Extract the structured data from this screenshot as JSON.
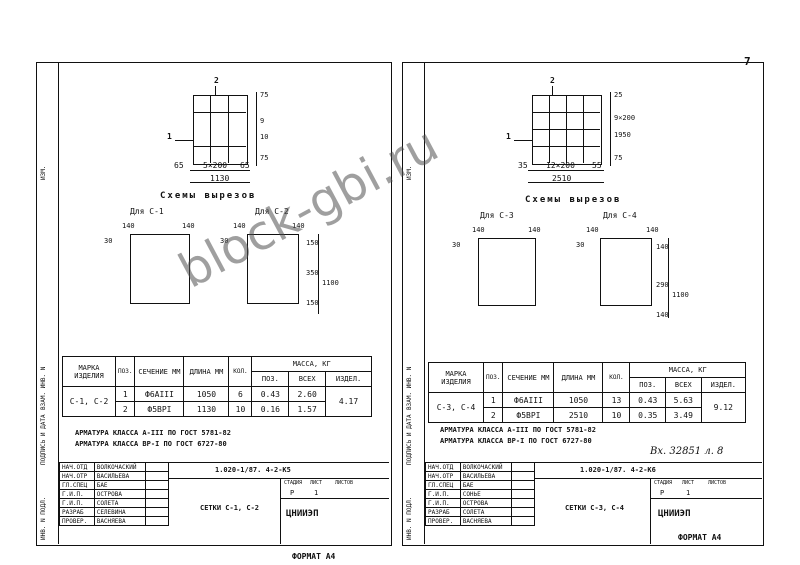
{
  "page_number": "7",
  "watermark": "block-gbi.ru",
  "sheets": [
    {
      "drawing": {
        "ref_top": "2",
        "ref_left": "1",
        "dim_bottom_left": "65",
        "dim_bottom_mid": "5×200",
        "dim_bottom_right": "65",
        "dim_total": "1130",
        "dim_right_top": "75",
        "dim_right_mid": "9",
        "dim_right_mid2": "10",
        "dim_right_bot": "75"
      },
      "cutouts_title": "Схемы вырезов",
      "cutout_a": {
        "label": "Для С-1",
        "d1": "140",
        "d2": "140",
        "d3": "30"
      },
      "cutout_b": {
        "label": "Для С-2",
        "d1": "140",
        "d2": "140",
        "d3": "30",
        "d4": "150",
        "d5": "350",
        "d6": "1100",
        "d7": "150"
      },
      "table": {
        "h_mark": "МАРКА ИЗДЕЛИЯ",
        "h_pos": "ПОЗ.",
        "h_sect": "СЕЧЕНИЕ ММ",
        "h_len": "ДЛИНА ММ",
        "h_qty": "КОЛ.",
        "h_mass": "МАССА, КГ",
        "h_m_pos": "ПОЗ.",
        "h_m_all": "ВСЕХ",
        "h_m_item": "ИЗДЕЛ.",
        "mark": "С-1, С-2",
        "rows": [
          {
            "pos": "1",
            "sect": "Ф6АIII",
            "len": "1050",
            "qty": "6",
            "mpos": "0.43",
            "mall": "2.60"
          },
          {
            "pos": "2",
            "sect": "Ф5ВРI",
            "len": "1130",
            "qty": "10",
            "mpos": "0.16",
            "mall": "1.57"
          }
        ],
        "item_mass": "4.17"
      },
      "note1": "АРМАТУРА КЛАССА А-III ПО ГОСТ 5781-82",
      "note2": "АРМАТУРА КЛАССА ВР-I ПО ГОСТ 6727-80",
      "stamp": {
        "code": "1.020-1/87. 4-2-К5",
        "title": "СЕТКИ С-1, С-2",
        "org": "ЦНИИЭП",
        "h_stage": "СТАДИЯ",
        "h_sheet": "ЛИСТ",
        "h_sheets": "ЛИСТОВ",
        "stage": "Р",
        "sheet": "1",
        "roles": [
          "НАЧ.ОТД",
          "НАЧ.ОТР",
          "ГЛ.СПЕЦ",
          "Г.И.П.",
          "Г.И.П.",
          "РАЗРАБ",
          "ПРОВЕР."
        ],
        "names": [
          "ВОЛКОЧАСКИЙ",
          "ВАСИЛЬЕВА",
          "БАЕ",
          "ОСТРОВА",
          "СОЛЕТА",
          "СЕЛЕВИНА",
          "ВАСНЯЕВА"
        ]
      },
      "format": "ФОРМАТ А4",
      "side_labels": [
        "ИЗМ.",
        "ПОДПИСЬ И ДАТА",
        "ВЗАМ. ИНВ. N",
        "ИНВ. N ПОДЛ."
      ]
    },
    {
      "drawing": {
        "ref_top": "2",
        "ref_left": "1",
        "dim_bottom_left": "35",
        "dim_bottom_mid": "12×200",
        "dim_bottom_right": "55",
        "dim_total": "2510",
        "dim_right_top": "25",
        "dim_right_mid": "9×200",
        "dim_right_mid2": "1950",
        "dim_right_bot": "75"
      },
      "cutouts_title": "Схемы вырезов",
      "cutout_a": {
        "label": "Для С-3",
        "d1": "140",
        "d2": "140",
        "d3": "30"
      },
      "cutout_b": {
        "label": "Для С-4",
        "d1": "140",
        "d2": "140",
        "d3": "30",
        "d4": "140",
        "d5": "290",
        "d6": "1100",
        "d7": "140"
      },
      "table": {
        "h_mark": "МАРКА ИЗДЕЛИЯ",
        "h_pos": "ПОЗ.",
        "h_sect": "СЕЧЕНИЕ ММ",
        "h_len": "ДЛИНА ММ",
        "h_qty": "КОЛ.",
        "h_mass": "МАССА, КГ",
        "h_m_pos": "ПОЗ.",
        "h_m_all": "ВСЕХ",
        "h_m_item": "ИЗДЕЛ.",
        "mark": "С-3, С-4",
        "rows": [
          {
            "pos": "1",
            "sect": "Ф6АIII",
            "len": "1050",
            "qty": "13",
            "mpos": "0.43",
            "mall": "5.63"
          },
          {
            "pos": "2",
            "sect": "Ф5ВРI",
            "len": "2510",
            "qty": "10",
            "mpos": "0.35",
            "mall": "3.49"
          }
        ],
        "item_mass": "9.12"
      },
      "note1": "АРМАТУРА КЛАССА А-III ПО ГОСТ 5781-82",
      "note2": "АРМАТУРА КЛАССА ВР-I ПО ГОСТ 6727-80",
      "handwritten": "Вх. 32851 л. 8",
      "stamp": {
        "code": "1.020-1/87. 4-2-К6",
        "title": "СЕТКИ С-3, С-4",
        "org": "ЦНИИЭП",
        "h_stage": "СТАДИЯ",
        "h_sheet": "ЛИСТ",
        "h_sheets": "ЛИСТОВ",
        "stage": "Р",
        "sheet": "1",
        "roles": [
          "НАЧ.ОТД",
          "НАЧ.ОТР",
          "ГЛ.СПЕЦ",
          "Г.И.П.",
          "Г.И.П.",
          "РАЗРАБ",
          "ПРОВЕР."
        ],
        "names": [
          "ВОЛКОЧАСКИЙ",
          "ВАСИЛЬЕВА",
          "БАЕ",
          "СОНЬЕ",
          "ОСТРОВА",
          "СОЛЕТА",
          "ВАСНЯЕВА"
        ]
      },
      "format": "ФОРМАТ А4",
      "side_labels": [
        "ИЗМ.",
        "ПОДПИСЬ И ДАТА",
        "ВЗАМ. ИНВ. N",
        "ИНВ. N ПОДЛ."
      ]
    }
  ]
}
